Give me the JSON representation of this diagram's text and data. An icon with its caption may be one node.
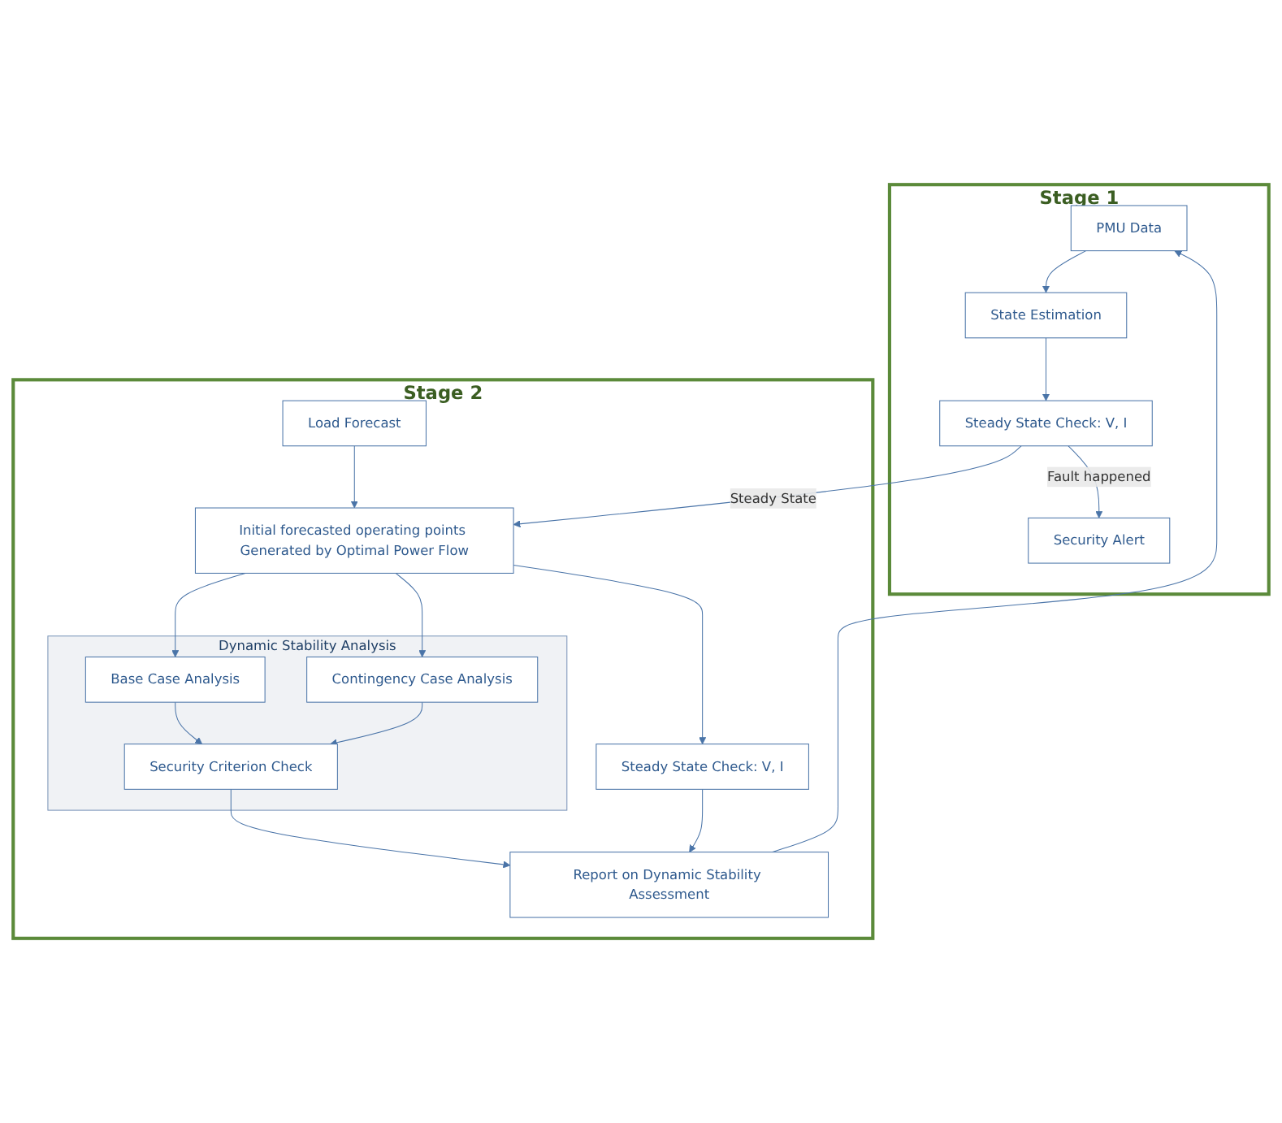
{
  "diagram": {
    "nodes": [
      {
        "text": [
          "Stage 1"
        ]
      },
      {
        "text": [
          "PMU Data"
        ],
        "in": 0
      },
      {
        "text": [
          "State Estimation"
        ],
        "in": 0
      },
      {
        "text": [
          "Steady State Check: V, I"
        ],
        "in": 0
      },
      {
        "text": [
          "Security Alert"
        ],
        "in": 0
      },
      {
        "text": [
          "Stage 2"
        ]
      },
      {
        "text": [
          "Load Forecast"
        ],
        "in": 5
      },
      {
        "text": [
          "Initial forecasted operating points Generated by Optimal Power Flow"
        ],
        "in": 5
      },
      {
        "text": [
          "Steady State Check: V, I"
        ],
        "in": 5
      },
      {
        "text": [
          "Dynamic Stability Analysis"
        ],
        "in": 5
      },
      {
        "text": [
          "Base Case Analysis"
        ],
        "in": 9
      },
      {
        "text": [
          "Contingency Case Analysis"
        ],
        "in": 9
      },
      {
        "text": [
          "Security Criterion Check"
        ],
        "in": 9
      },
      {
        "text": [
          "Report on Dynamic Stability Assessment"
        ],
        "in": 5
      }
    ],
    "edges": [
      {
        "from": 1,
        "to": 2,
        "arrow": "to"
      },
      {
        "from": 2,
        "to": 3,
        "arrow": "to"
      },
      {
        "from": 3,
        "to": 4,
        "arrow": "to",
        "label": "Fault happened"
      },
      {
        "from": 3,
        "to": 7,
        "arrow": "to",
        "label": "Steady State"
      },
      {
        "from": 6,
        "to": 7,
        "arrow": "to"
      },
      {
        "from": 7,
        "to": 8,
        "arrow": "to"
      },
      {
        "from": 7,
        "to": 10,
        "arrow": "to"
      },
      {
        "from": 7,
        "to": 11,
        "arrow": "to"
      },
      {
        "from": 10,
        "to": 12,
        "arrow": "to"
      },
      {
        "from": 11,
        "to": 12,
        "arrow": "to"
      },
      {
        "from": 12,
        "to": 13,
        "arrow": "to"
      },
      {
        "from": 8,
        "to": 13,
        "arrow": "to"
      },
      {
        "from": 13,
        "to": 1,
        "arrow": "to"
      }
    ]
  }
}
